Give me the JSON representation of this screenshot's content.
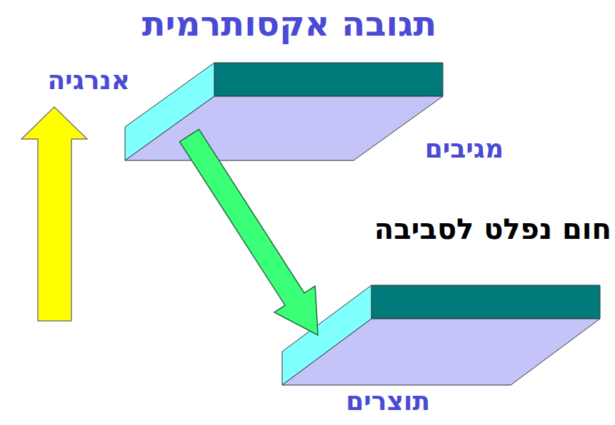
{
  "diagram": {
    "title": "תגובה אקסותרמית",
    "nodes": [
      {
        "text": [
          "מגיבים"
        ]
      },
      {
        "text": [
          "תוצרים"
        ]
      }
    ],
    "edges": [
      {
        "from": 0,
        "to": 1,
        "arrow": "to",
        "label": "חום נפלט לסביבה"
      }
    ],
    "labels": [
      "אנרגיה"
    ]
  }
}
